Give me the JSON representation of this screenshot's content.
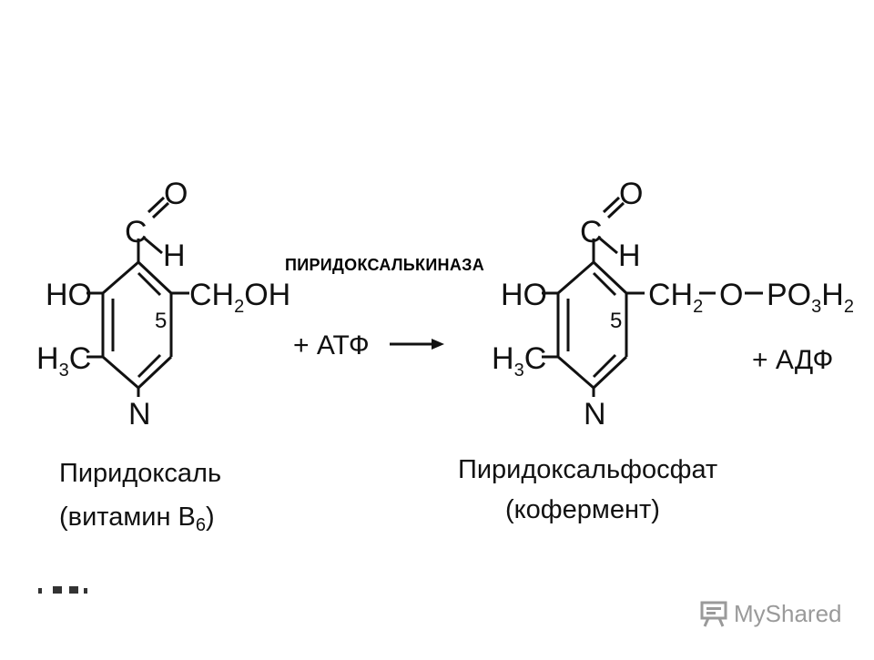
{
  "enzyme_label": "ПИРИДОКСАЛЬКИНАЗА",
  "reactant": {
    "aldehyde_O": "O",
    "aldehyde_C": "C",
    "aldehyde_H": "H",
    "left_group": "HO",
    "ring_position": "5",
    "right_group_prefix": "CH",
    "right_group_sub": "2",
    "right_group_suffix": "OH",
    "methyl_prefix": "H",
    "methyl_sub": "3",
    "methyl_suffix": "C",
    "ring_N": "N",
    "name": "Пиридоксаль",
    "note_prefix": "(витамин B",
    "note_sub": "6",
    "note_suffix": ")"
  },
  "reagent": "+ АТФ",
  "product": {
    "aldehyde_O": "O",
    "aldehyde_C": "C",
    "aldehyde_H": "H",
    "left_group": "HO",
    "ring_position": "5",
    "ch2": "CH",
    "ch2_sub": "2",
    "o": "O",
    "po3h2_prefix": "PO",
    "po3h2_sub1": "3",
    "po3h2_mid": "H",
    "po3h2_sub2": "2",
    "methyl_prefix": "H",
    "methyl_sub": "3",
    "methyl_suffix": "C",
    "ring_N": "N",
    "name": "Пиридоксальфосфат",
    "note": "(кофермент)"
  },
  "byproduct": "+ АДФ",
  "watermark": "MyShared",
  "icons": {
    "watermark": "presentation-board-icon"
  }
}
